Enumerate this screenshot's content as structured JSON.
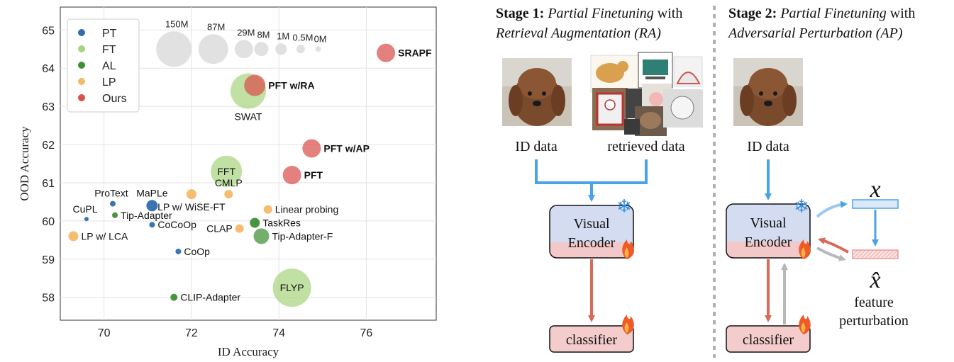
{
  "chart_data": {
    "type": "scatter",
    "xlabel": "ID Accuracy",
    "ylabel": "OOD Accuracy",
    "xlim": [
      69.0,
      77.6
    ],
    "ylim": [
      57.4,
      65.6
    ],
    "xticks": [
      70,
      72,
      74,
      76
    ],
    "yticks": [
      58,
      59,
      60,
      61,
      62,
      63,
      64,
      65
    ],
    "grid": true,
    "legend_position": "top-left",
    "legend": [
      {
        "name": "PT",
        "color": "#2f6db0"
      },
      {
        "name": "FT",
        "color": "#a9d47f"
      },
      {
        "name": "AL",
        "color": "#3f8f35"
      },
      {
        "name": "LP",
        "color": "#f5b867"
      },
      {
        "name": "Ours",
        "color": "#d94f4c"
      }
    ],
    "size_scale": [
      {
        "label": "150M",
        "x": 71.6,
        "y": 64.5,
        "r": 25
      },
      {
        "label": "87M",
        "x": 72.5,
        "y": 64.5,
        "r": 21
      },
      {
        "label": "29M",
        "x": 73.2,
        "y": 64.5,
        "r": 13
      },
      {
        "label": "8M",
        "x": 73.6,
        "y": 64.5,
        "r": 10
      },
      {
        "label": "1M",
        "x": 74.05,
        "y": 64.5,
        "r": 8
      },
      {
        "label": "0.5M",
        "x": 74.5,
        "y": 64.5,
        "r": 6
      },
      {
        "label": "0M",
        "x": 74.9,
        "y": 64.5,
        "r": 4
      }
    ],
    "points": [
      {
        "label": "ProText",
        "group": "PT",
        "x": 70.2,
        "y": 60.45,
        "r": 4,
        "label_pos": "above-left"
      },
      {
        "label": "CuPL",
        "group": "PT",
        "x": 69.6,
        "y": 60.05,
        "r": 3,
        "label_pos": "above-left"
      },
      {
        "label": "MaPLe",
        "group": "PT",
        "x": 71.1,
        "y": 60.4,
        "r": 8,
        "label_pos": "above"
      },
      {
        "label": "CoCoOp",
        "group": "PT",
        "x": 71.1,
        "y": 59.9,
        "r": 4,
        "label_pos": "right"
      },
      {
        "label": "CoOp",
        "group": "PT",
        "x": 71.7,
        "y": 59.2,
        "r": 4,
        "label_pos": "right"
      },
      {
        "label": "SWAT",
        "group": "FT",
        "x": 73.3,
        "y": 63.4,
        "r": 25,
        "label_pos": "below"
      },
      {
        "label": "FFT",
        "group": "FT",
        "x": 72.8,
        "y": 61.3,
        "r": 22,
        "label_pos": "center"
      },
      {
        "label": "FLYP",
        "group": "FT",
        "x": 74.3,
        "y": 58.25,
        "r": 27,
        "label_pos": "center"
      },
      {
        "label": "Tip-Adapter",
        "group": "AL",
        "x": 70.25,
        "y": 60.15,
        "r": 4,
        "label_pos": "right"
      },
      {
        "label": "TaskRes",
        "group": "AL",
        "x": 73.45,
        "y": 59.95,
        "r": 7,
        "label_pos": "right"
      },
      {
        "label": "Tip-Adapter-F",
        "group": "AL",
        "x": 73.6,
        "y": 59.6,
        "r": 11,
        "label_pos": "right"
      },
      {
        "label": "CLIP-Adapter",
        "group": "AL",
        "x": 71.6,
        "y": 58.0,
        "r": 5,
        "label_pos": "right"
      },
      {
        "label": "LP w/  LCA",
        "group": "LP",
        "x": 69.3,
        "y": 59.6,
        "r": 7,
        "label_pos": "right"
      },
      {
        "label": "LP w/  WiSE-FT",
        "group": "LP",
        "x": 72.0,
        "y": 60.7,
        "r": 7,
        "label_pos": "below"
      },
      {
        "label": "CMLP",
        "group": "LP",
        "x": 72.85,
        "y": 60.7,
        "r": 6,
        "label_pos": "above"
      },
      {
        "label": "Linear probing",
        "group": "LP",
        "x": 73.75,
        "y": 60.3,
        "r": 6,
        "label_pos": "right"
      },
      {
        "label": "CLAP",
        "group": "LP",
        "x": 73.1,
        "y": 59.8,
        "r": 6,
        "label_pos": "left"
      },
      {
        "label": "SRAPF",
        "group": "Ours",
        "x": 76.45,
        "y": 64.4,
        "r": 13,
        "label_pos": "right",
        "bold": true
      },
      {
        "label": "PFT w/RA",
        "group": "Ours",
        "x": 73.45,
        "y": 63.55,
        "r": 15,
        "label_pos": "right",
        "bold": true
      },
      {
        "label": "PFT w/AP",
        "group": "Ours",
        "x": 74.75,
        "y": 61.9,
        "r": 13,
        "label_pos": "right",
        "bold": true
      },
      {
        "label": "PFT",
        "group": "Ours",
        "x": 74.3,
        "y": 61.2,
        "r": 13,
        "label_pos": "right",
        "bold": true
      }
    ]
  },
  "diagram": {
    "stage1": {
      "title_bold": "Stage 1:",
      "title_italic": "Partial Finetuning",
      "title_rest": " with",
      "title_line2": "Retrieval Augmentation (RA)",
      "id_label": "ID data",
      "retrieved_label": "retrieved data",
      "encoder_line1": "Visual",
      "encoder_line2": "Encoder",
      "classifier": "classifier"
    },
    "stage2": {
      "title_bold": "Stage 2:",
      "title_italic": "Partial Finetuning",
      "title_rest": " with",
      "title_line2": "Adversarial Perturbation (AP)",
      "id_label": "ID data",
      "encoder_line1": "Visual",
      "encoder_line2": "Encoder",
      "classifier": "classifier",
      "x_symbol": "x",
      "xhat_symbol": "x̂",
      "perturb_line1": "feature",
      "perturb_line2": "perturbation"
    },
    "colors": {
      "blue_arrow": "#4aa3e8",
      "red_arrow": "#d96a5a",
      "gray_arrow": "#b8b8b8",
      "encoder_top": "#d3dcf0",
      "encoder_bottom": "#f2c8c8",
      "classifier_fill": "#f5cccc",
      "dashed_divider": "#b0b0b0"
    }
  }
}
